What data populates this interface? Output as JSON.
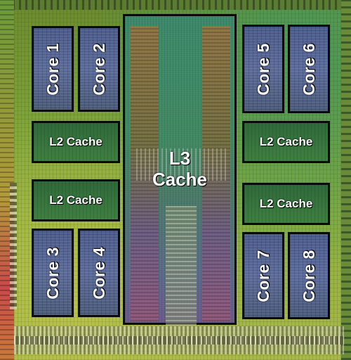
{
  "cores": [
    {
      "label": "Core 1"
    },
    {
      "label": "Core 2"
    },
    {
      "label": "Core 5"
    },
    {
      "label": "Core 6"
    },
    {
      "label": "Core 3"
    },
    {
      "label": "Core 4"
    },
    {
      "label": "Core 7"
    },
    {
      "label": "Core 8"
    }
  ],
  "l2": [
    {
      "label": "L2 Cache"
    },
    {
      "label": "L2 Cache"
    },
    {
      "label": "L2 Cache"
    },
    {
      "label": "L2 Cache"
    }
  ],
  "l3": {
    "line1": "L3",
    "line2": "Cache"
  }
}
